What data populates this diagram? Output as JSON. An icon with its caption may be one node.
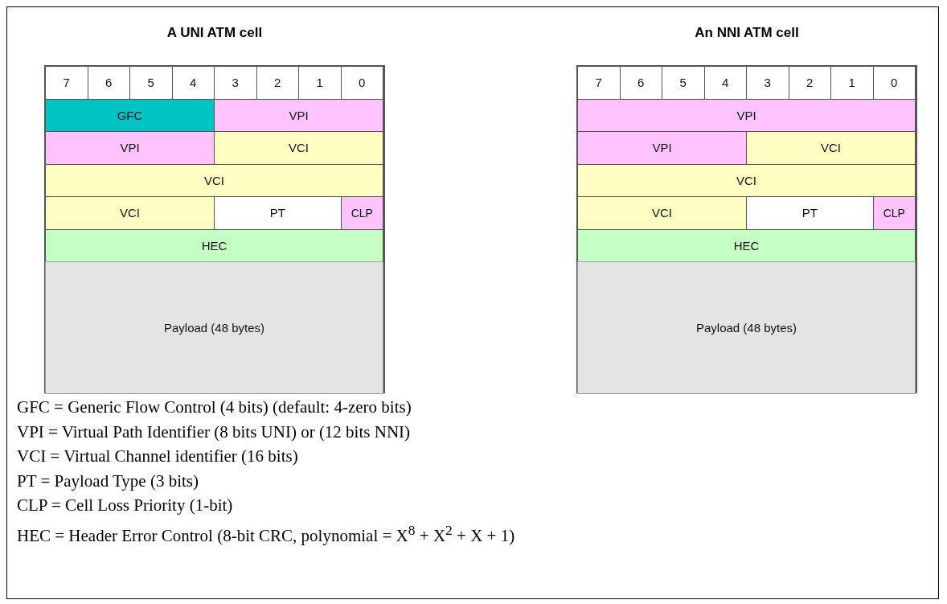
{
  "diagram": {
    "nodes": [
      {
        "text": [
          "A UNI ATM cell"
        ]
      },
      {
        "text": [
          "7"
        ],
        "in": 0
      },
      {
        "text": [
          "6"
        ],
        "in": 0
      },
      {
        "text": [
          "5"
        ],
        "in": 0
      },
      {
        "text": [
          "4"
        ],
        "in": 0
      },
      {
        "text": [
          "3"
        ],
        "in": 0
      },
      {
        "text": [
          "2"
        ],
        "in": 0
      },
      {
        "text": [
          "1"
        ],
        "in": 0
      },
      {
        "text": [
          "0"
        ],
        "in": 0
      },
      {
        "text": [
          "GFC"
        ],
        "in": 0
      },
      {
        "text": [
          "VPI"
        ],
        "in": 0
      },
      {
        "text": [
          "VPI"
        ],
        "in": 0
      },
      {
        "text": [
          "VCI"
        ],
        "in": 0
      },
      {
        "text": [
          "VCI"
        ],
        "in": 0
      },
      {
        "text": [
          "VCI"
        ],
        "in": 0
      },
      {
        "text": [
          "PT"
        ],
        "in": 0
      },
      {
        "text": [
          "CLP"
        ],
        "in": 0
      },
      {
        "text": [
          "HEC"
        ],
        "in": 0
      },
      {
        "text": [
          "Payload (48 bytes)"
        ],
        "in": 0
      },
      {
        "text": [
          "An NNI ATM cell"
        ]
      },
      {
        "text": [
          "7"
        ],
        "in": 19
      },
      {
        "text": [
          "6"
        ],
        "in": 19
      },
      {
        "text": [
          "5"
        ],
        "in": 19
      },
      {
        "text": [
          "4"
        ],
        "in": 19
      },
      {
        "text": [
          "3"
        ],
        "in": 19
      },
      {
        "text": [
          "2"
        ],
        "in": 19
      },
      {
        "text": [
          "1"
        ],
        "in": 19
      },
      {
        "text": [
          "0"
        ],
        "in": 19
      },
      {
        "text": [
          "VPI"
        ],
        "in": 19
      },
      {
        "text": [
          "VPI"
        ],
        "in": 19
      },
      {
        "text": [
          "VCI"
        ],
        "in": 19
      },
      {
        "text": [
          "VCI"
        ],
        "in": 19
      },
      {
        "text": [
          "VCI"
        ],
        "in": 19
      },
      {
        "text": [
          "PT"
        ],
        "in": 19
      },
      {
        "text": [
          "CLP"
        ],
        "in": 19
      },
      {
        "text": [
          "HEC"
        ],
        "in": 19
      },
      {
        "text": [
          "Payload (48 bytes)"
        ],
        "in": 19
      }
    ],
    "labels": [
      "GFC = Generic Flow Control (4 bits) (default: 4-zero bits)",
      "VPI = Virtual Path Identifier (8 bits UNI) or (12 bits NNI)",
      "VCI = Virtual Channel identifier (16 bits)",
      "PT = Payload Type (3 bits)",
      "CLP = Cell Loss Priority (1-bit)",
      "HEC = Header Error Control (8-bit CRC, polynomial = X$^{8}$ + X$^{2}$ + X + 1)"
    ]
  }
}
